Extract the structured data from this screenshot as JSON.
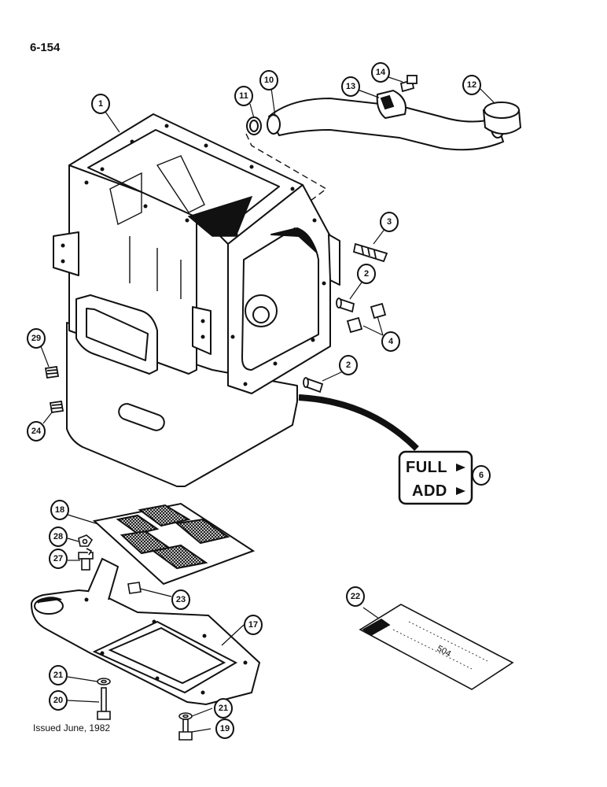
{
  "page_number": "6-154",
  "issued": "Issued June, 1982",
  "gauge_label": {
    "full": "FULL",
    "add": "ADD"
  },
  "tag_number": "504",
  "callouts": [
    {
      "id": "c1",
      "label": "1"
    },
    {
      "id": "c2a",
      "label": "2"
    },
    {
      "id": "c2b",
      "label": "2"
    },
    {
      "id": "c3",
      "label": "3"
    },
    {
      "id": "c4",
      "label": "4"
    },
    {
      "id": "c6",
      "label": "6"
    },
    {
      "id": "c10",
      "label": "10"
    },
    {
      "id": "c11",
      "label": "11"
    },
    {
      "id": "c12",
      "label": "12"
    },
    {
      "id": "c13",
      "label": "13"
    },
    {
      "id": "c14",
      "label": "14"
    },
    {
      "id": "c17",
      "label": "17"
    },
    {
      "id": "c18",
      "label": "18"
    },
    {
      "id": "c19",
      "label": "19"
    },
    {
      "id": "c20",
      "label": "20"
    },
    {
      "id": "c21a",
      "label": "21"
    },
    {
      "id": "c21b",
      "label": "21"
    },
    {
      "id": "c22",
      "label": "22"
    },
    {
      "id": "c23",
      "label": "23"
    },
    {
      "id": "c24",
      "label": "24"
    },
    {
      "id": "c27",
      "label": "27"
    },
    {
      "id": "c28",
      "label": "28"
    },
    {
      "id": "c29",
      "label": "29"
    }
  ]
}
